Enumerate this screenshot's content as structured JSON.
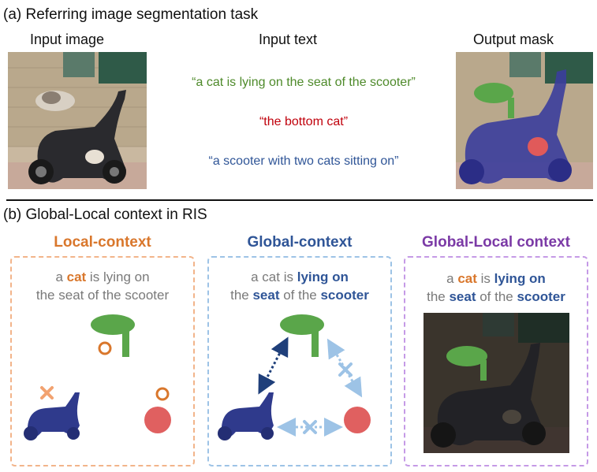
{
  "part_a": {
    "title": "(a) Referring image segmentation task",
    "input_image_label": "Input image",
    "input_text_label": "Input text",
    "output_mask_label": "Output mask",
    "phrases": [
      {
        "text": "“a cat is lying on  the seat of the scooter”",
        "color": "#4e8a2a"
      },
      {
        "text": "“the bottom cat”",
        "color": "#c0000b"
      },
      {
        "text": "“a scooter with two cats sitting on”",
        "color": "#2f5597"
      }
    ]
  },
  "part_b": {
    "title": "(b) Global-Local context in RIS",
    "panels": [
      {
        "title": "Local-context",
        "color": "#d9772c",
        "border": "#f2b48a"
      },
      {
        "title": "Global-context",
        "color": "#2f5597",
        "border": "#9dc3e6"
      },
      {
        "title": "Global-Local context",
        "color": "#7b3aa6",
        "border": "#c59ae6"
      }
    ],
    "sentence": {
      "w1": "a ",
      "w2": "cat",
      "w3": " is ",
      "w4": "lying on",
      "w5": "the ",
      "w6": "seat",
      "w7": " of the ",
      "w8": "scooter"
    }
  },
  "colors": {
    "green": "#4e8a2a",
    "red": "#c0000b",
    "blue": "#2f5597",
    "orange": "#d9772c",
    "purple": "#7b3aa6",
    "gray": "#7a7a7a",
    "light_blue": "#9dc3e6",
    "dark_blue_dotted": "#1f3f7a"
  },
  "icons": [
    "scooter-photo",
    "cat-mask",
    "scooter-mask",
    "bottom-cat-mask",
    "circle-mark",
    "cross-mark",
    "double-arrow"
  ]
}
